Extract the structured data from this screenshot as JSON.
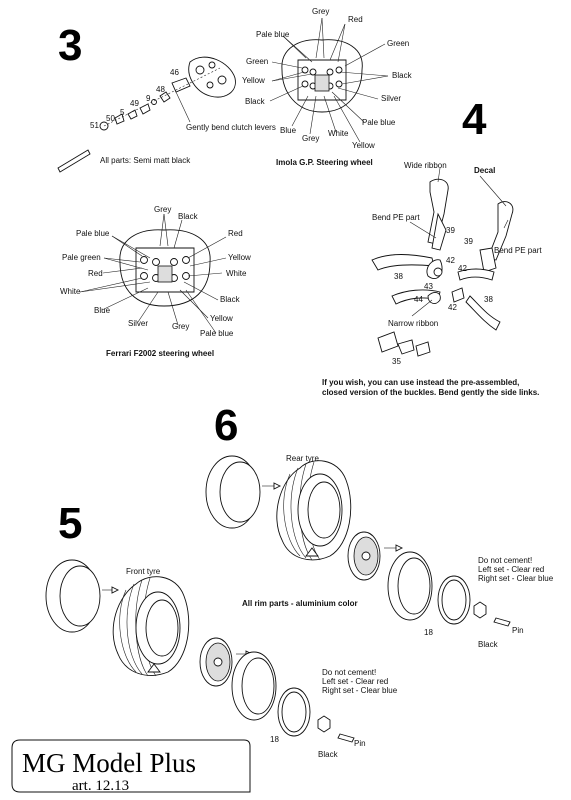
{
  "steps": {
    "s3": "3",
    "s4": "4",
    "s5": "5",
    "s6": "6"
  },
  "step3": {
    "parts": [
      "46",
      "48",
      "9",
      "49",
      "5",
      "50",
      "51"
    ],
    "bend_note": "Gently bend clutch levers",
    "all_parts": "All parts: Semi matt black"
  },
  "imola": {
    "title": "Imola G.P. Steering wheel",
    "labels": [
      "Grey",
      "Red",
      "Pale blue",
      "Green",
      "Green",
      "Yellow",
      "Black",
      "Black",
      "Silver",
      "Pale blue",
      "Blue",
      "Grey",
      "White",
      "Yellow"
    ]
  },
  "ferrari": {
    "title": "Ferrari F2002 steering wheel",
    "labels": [
      "Grey",
      "Black",
      "Pale blue",
      "Red",
      "Pale green",
      "Yellow",
      "Red",
      "White",
      "White",
      "Black",
      "Blue",
      "Yellow",
      "Silver",
      "Grey",
      "Pale blue"
    ]
  },
  "step4": {
    "wide_ribbon": "Wide ribbon",
    "decal": "Decal",
    "bend_pe_left": "Bend PE part",
    "bend_pe_right": "Bend PE part",
    "narrow_ribbon": "Narrow ribbon",
    "nums": [
      "39",
      "39",
      "42",
      "42",
      "43",
      "38",
      "44",
      "42",
      "38",
      "35"
    ],
    "note1": "If you wish, you can use instead the pre-assembled,",
    "note2": "closed version of the buckles. Bend gently the side links."
  },
  "step6": {
    "rear_tyre": "Rear tyre",
    "rim_note": "All rim parts - aluminium color",
    "do_not": "Do not cement!",
    "left_set": "Left set - Clear red",
    "right_set": "Right set - Clear blue",
    "num18": "18",
    "black": "Black",
    "pin": "Pin"
  },
  "step5": {
    "front_tyre": "Front tyre",
    "do_not": "Do not cement!",
    "left_set": "Left set - Clear red",
    "right_set": "Right set - Clear blue",
    "num18": "18",
    "black": "Black",
    "pin": "Pin"
  },
  "brand": {
    "name": "MG Model Plus",
    "art": "art. 12.13"
  }
}
